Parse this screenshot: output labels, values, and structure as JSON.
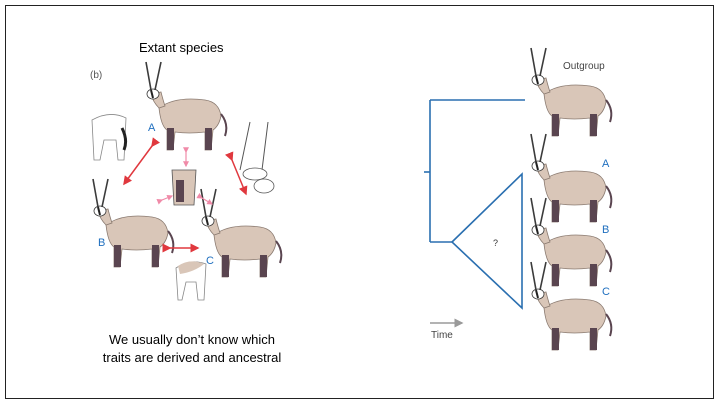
{
  "slide": {
    "title": "Extant species",
    "panel_label": "(b)",
    "caption": "We usually don’t know which traits are derived and ancestral"
  },
  "left_panel": {
    "species_labels": [
      "A",
      "B",
      "C"
    ]
  },
  "tree": {
    "outgroup_label": "Outgroup",
    "unresolved_label": "?",
    "time_label": "Time",
    "tip_labels": [
      "A",
      "B",
      "C"
    ]
  },
  "colors": {
    "tree_line": "#2a6fb0",
    "species_label": "#1f6fbf",
    "arrow": "#e0383e",
    "pink_arrow": "#f08aa8",
    "body": "#d9c6b8",
    "dark_legs": "#5a4550",
    "horn": "#3b3b3b"
  },
  "icons": [
    "oryx-illustration",
    "double-arrow",
    "time-arrow"
  ]
}
